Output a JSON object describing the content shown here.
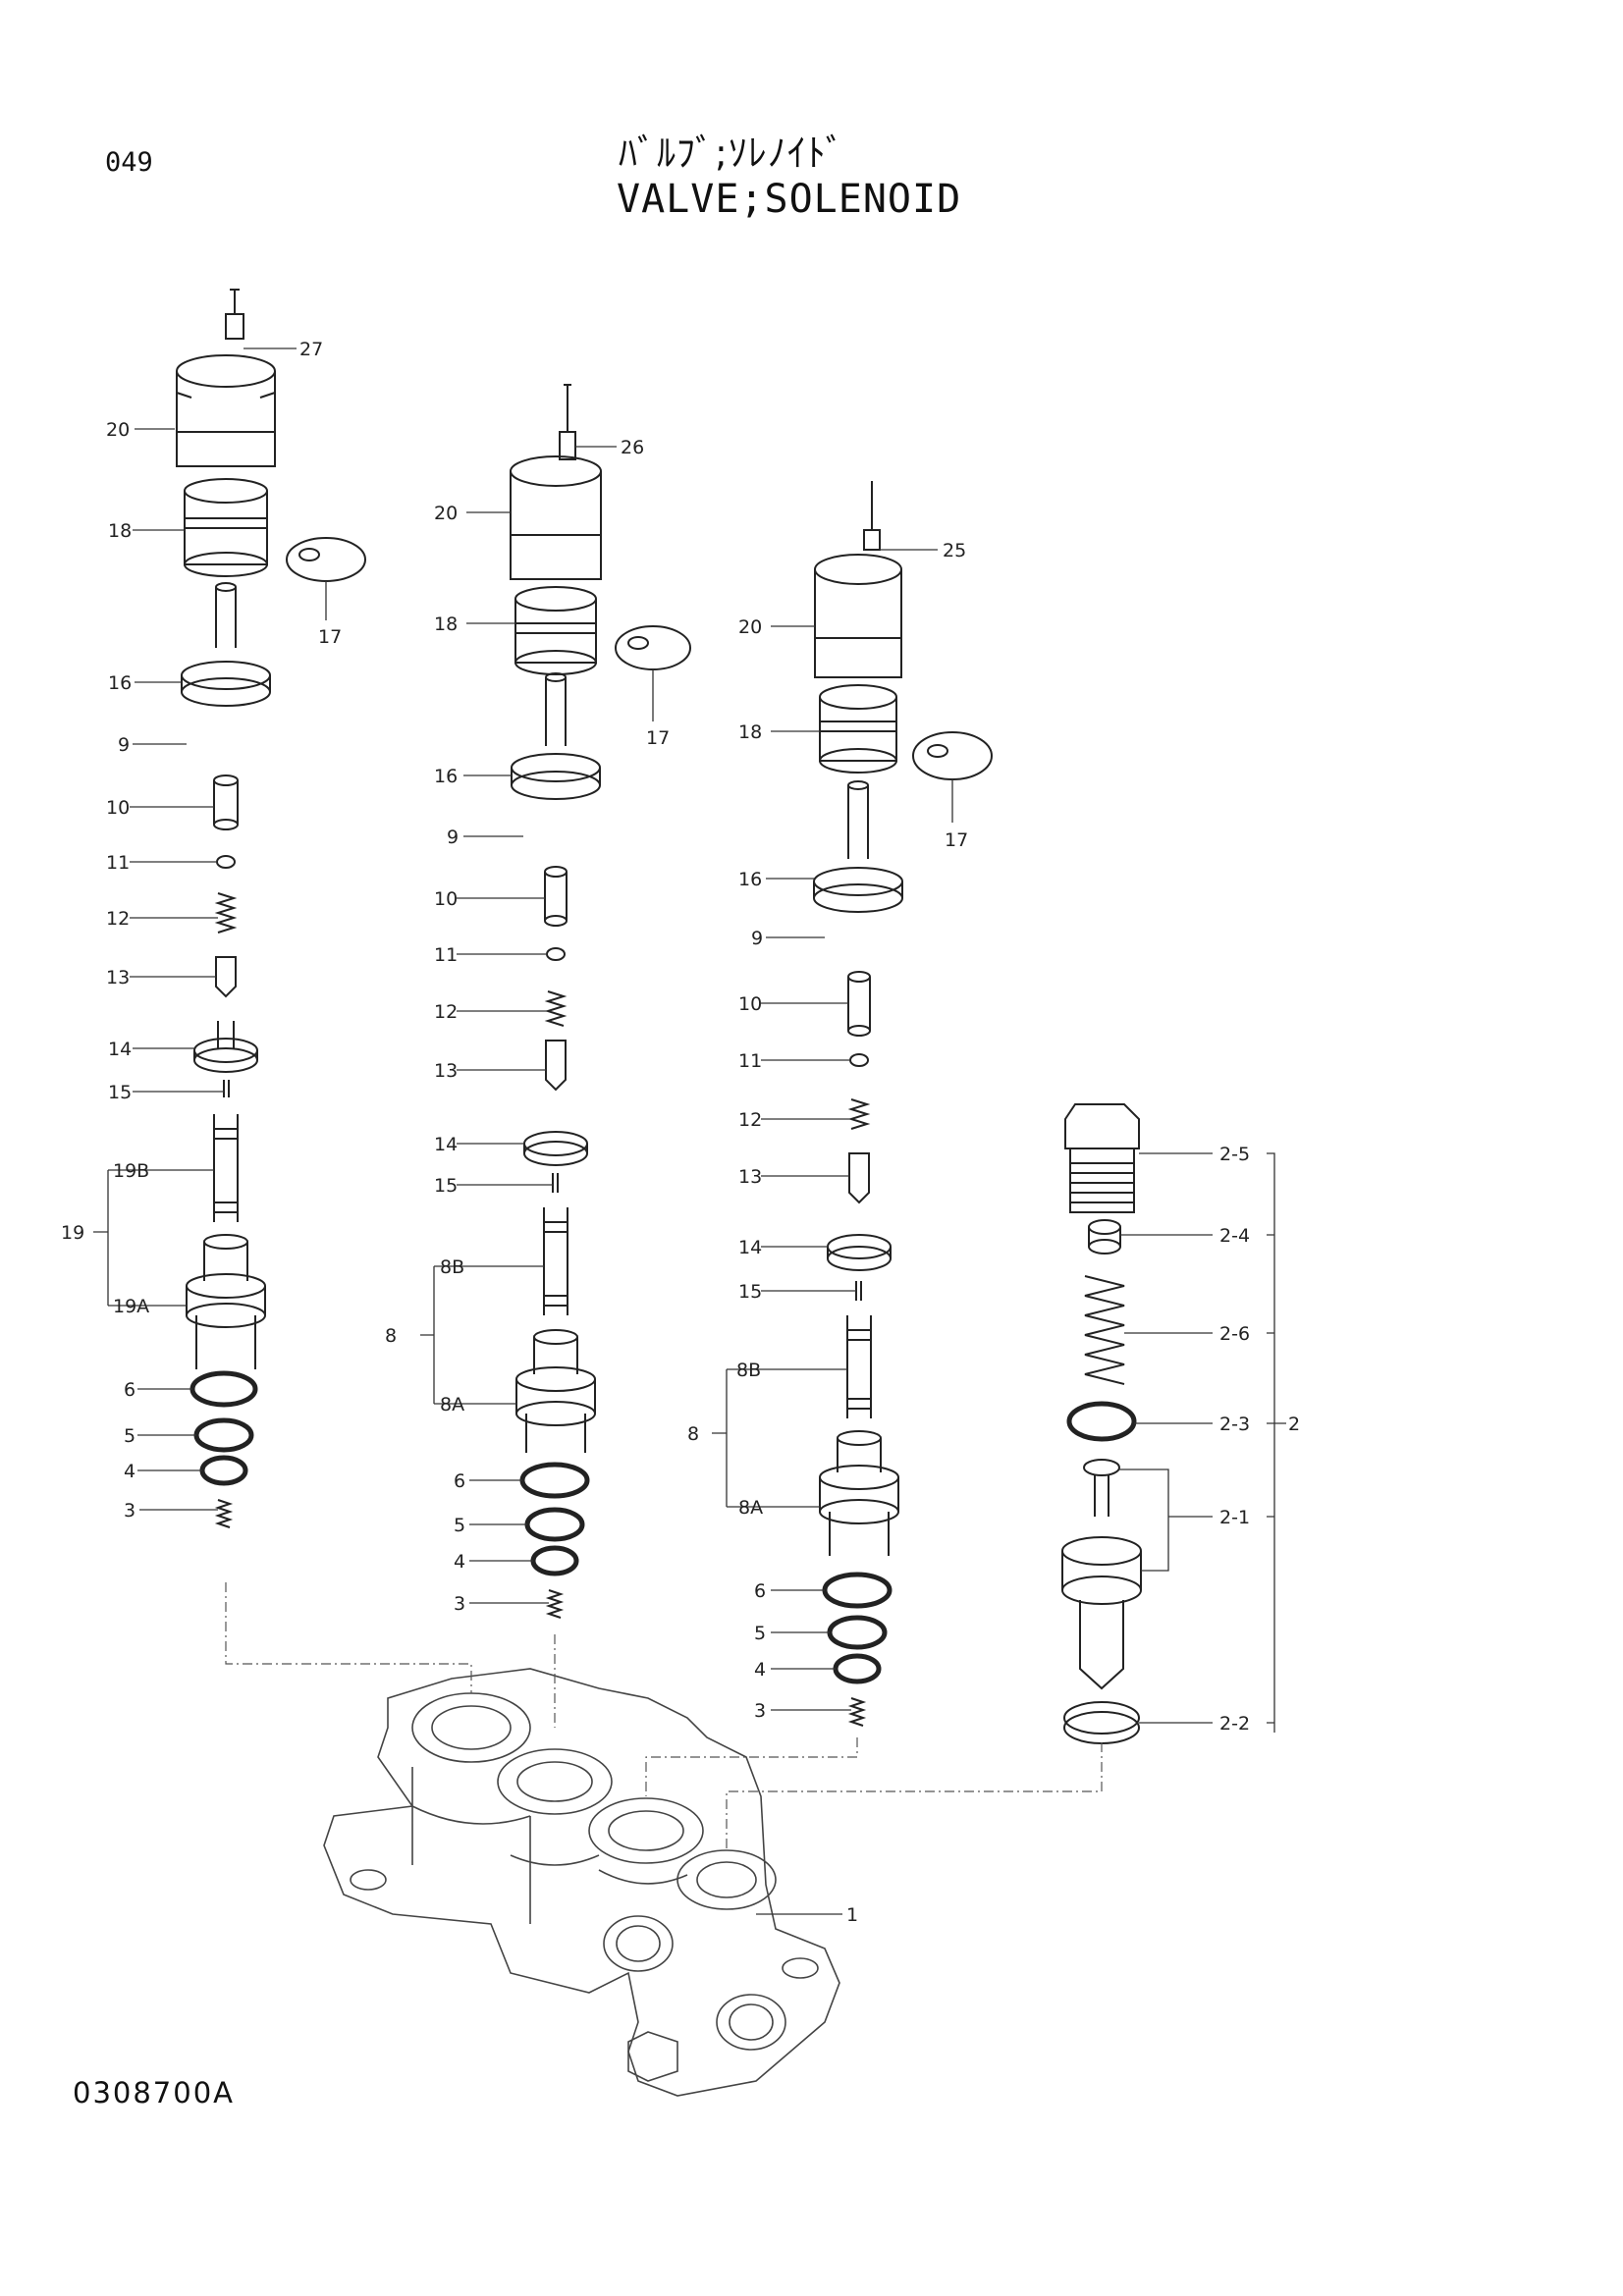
{
  "header": {
    "page_number": "049",
    "title_jp": "ﾊﾞﾙﾌﾞ;ｿﾚﾉｲﾄﾞ",
    "title_en": "VALVE;SOLENOID"
  },
  "footer": {
    "drawing_code": "0308700A"
  },
  "callouts": {
    "c1": "1",
    "c2": "2",
    "c2_1": "2-1",
    "c2_2": "2-2",
    "c2_3": "2-3",
    "c2_4": "2-4",
    "c2_5": "2-5",
    "c2_6": "2-6",
    "c3": "3",
    "c4": "4",
    "c5": "5",
    "c6": "6",
    "c8": "8",
    "c8A": "8A",
    "c8B": "8B",
    "c9": "9",
    "c10": "10",
    "c11": "11",
    "c12": "12",
    "c13": "13",
    "c14": "14",
    "c15": "15",
    "c16": "16",
    "c17": "17",
    "c18": "18",
    "c19": "19",
    "c19A": "19A",
    "c19B": "19B",
    "c20": "20",
    "c25": "25",
    "c26": "26",
    "c27": "27"
  }
}
